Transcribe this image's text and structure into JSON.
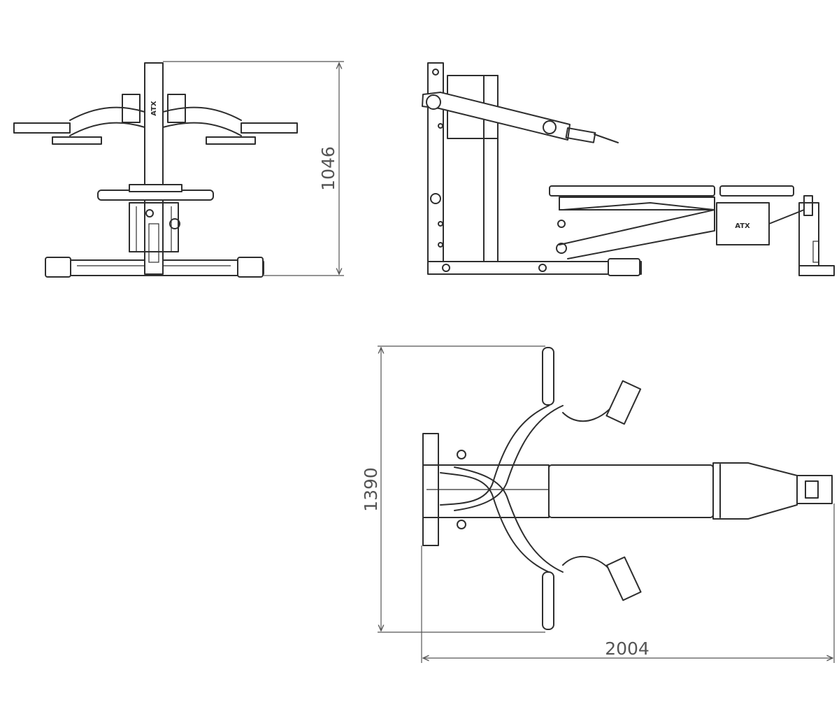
{
  "dimensions": {
    "height": "1046",
    "depth": "1390",
    "length": "2004"
  },
  "branding": {
    "logo_text": "ATX"
  },
  "colors": {
    "line": "#2e2e2e",
    "dimension": "#555555",
    "background": "#ffffff"
  }
}
